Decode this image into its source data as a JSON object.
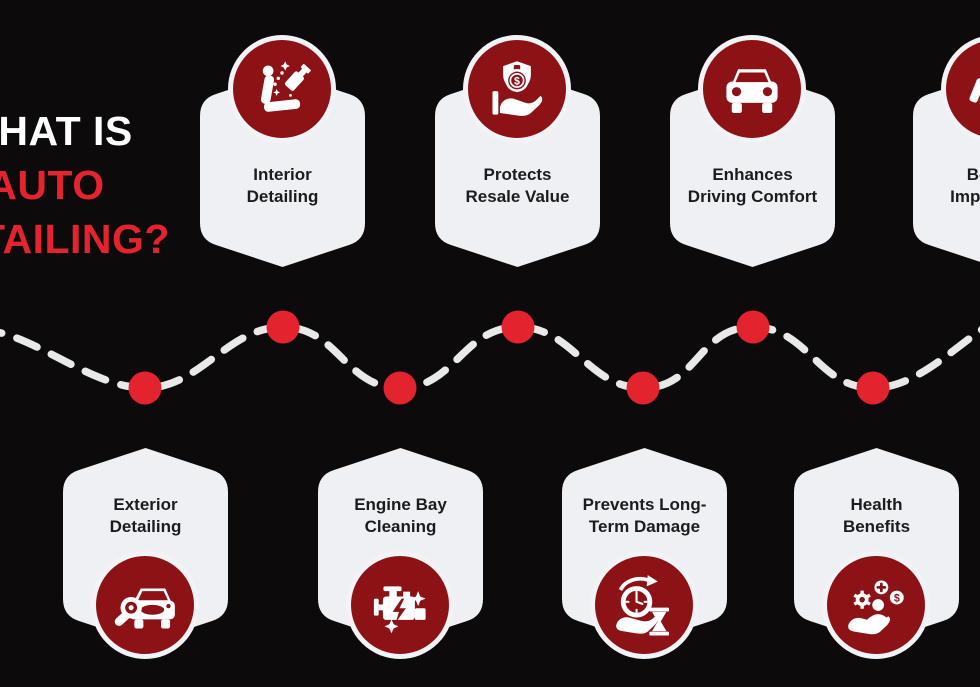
{
  "title": {
    "line1": "WHAT IS",
    "line2": "AUTO",
    "line3": "DETAILING?"
  },
  "colors": {
    "background": "#0C0A0B",
    "card": "#EEF0F4",
    "icon_circle": "#8C1216",
    "accent_red": "#E3242E",
    "dash_line": "#E9E9E9",
    "card_text": "#1C1C1E",
    "title_white": "#FFFFFF"
  },
  "cards": {
    "top": [
      {
        "line1": "Interior",
        "line2": "Detailing",
        "icon": "seat-spray-icon"
      },
      {
        "line1": "Protects",
        "line2": "Resale Value",
        "icon": "shield-coin-hand-icon"
      },
      {
        "line1": "Enhances",
        "line2": "Driving Comfort",
        "icon": "car-front-icon"
      },
      {
        "line1": "Boosts",
        "line2": "Impression",
        "icon": "thumbs-up-icon"
      }
    ],
    "bottom": [
      {
        "line1": "Exterior",
        "line2": "Detailing",
        "icon": "car-polisher-icon"
      },
      {
        "line1": "Engine Bay",
        "line2": "Cleaning",
        "icon": "engine-sparkle-icon"
      },
      {
        "line1": "Prevents Long-",
        "line2": "Term Damage",
        "icon": "clock-hourglass-hand-icon"
      },
      {
        "line1": "Health",
        "line2": "Benefits",
        "icon": "care-hand-icon"
      }
    ]
  },
  "timeline": {
    "dot_count": 7,
    "style": "dashed-wave"
  }
}
